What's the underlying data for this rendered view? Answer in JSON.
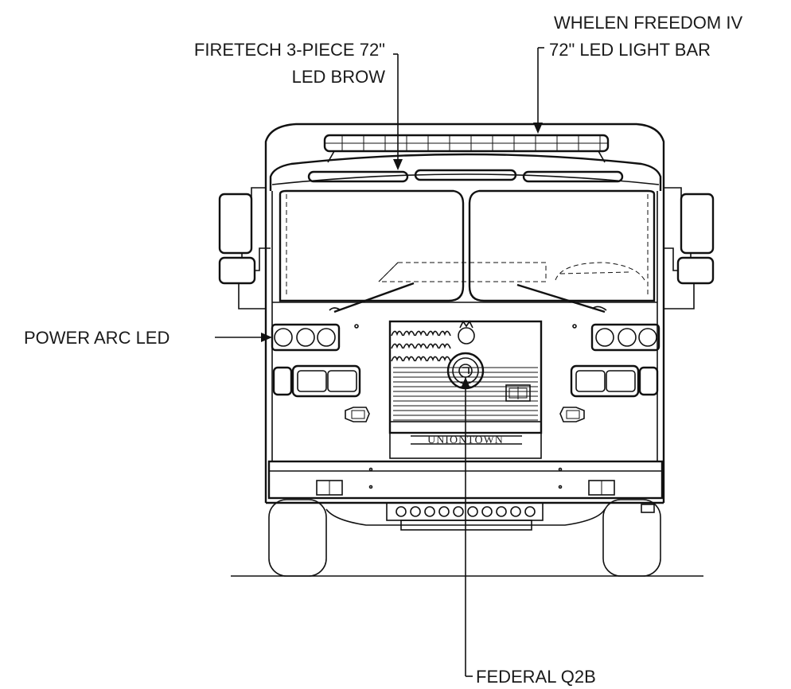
{
  "callouts": {
    "light_bar_line1": "WHELEN FREEDOM IV",
    "light_bar_line2": "72\" LED LIGHT BAR",
    "brow_line1": "FIRETECH 3-PIECE 72\"",
    "brow_line2": "LED BROW",
    "power_arc": "POWER ARC LED",
    "siren": "FEDERAL Q2B"
  },
  "grille_lettering": "UNIONTOWN",
  "colors": {
    "line": "#111111",
    "background": "#ffffff"
  }
}
